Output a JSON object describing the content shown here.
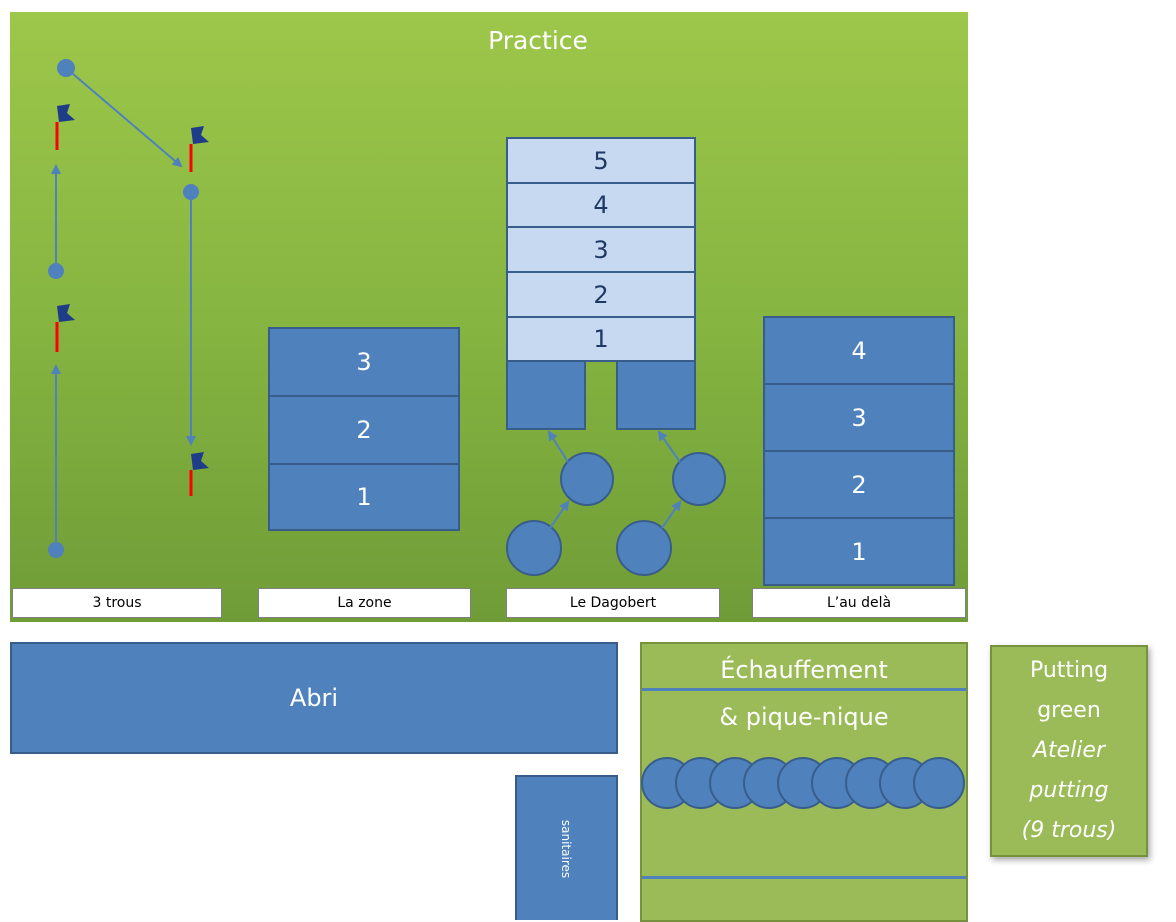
{
  "title": "Practice",
  "sections": {
    "trois_trous": "3 trous",
    "la_zone": "La zone",
    "le_dagobert": "Le Dagobert",
    "au_dela": "L’au delà"
  },
  "la_zone_levels": [
    "3",
    "2",
    "1"
  ],
  "dagobert_levels": [
    "5",
    "4",
    "3",
    "2",
    "1"
  ],
  "au_dela_levels": [
    "4",
    "3",
    "2",
    "1"
  ],
  "abri": "Abri",
  "sanitaires": "sanitaires",
  "echauffement": {
    "line1": "Échauffement",
    "line2": "& pique-nique"
  },
  "putting": {
    "line1": "Putting",
    "line2": "green",
    "line3": "Atelier",
    "line4": "putting",
    "line5": "(9 trous)"
  },
  "colors": {
    "grass": "#8fbc45",
    "block": "#4f81bd",
    "block_border": "#385d8a",
    "light_block": "#c6d9f1",
    "flag": "#1f3c88",
    "flag_pole": "#ff0000"
  }
}
